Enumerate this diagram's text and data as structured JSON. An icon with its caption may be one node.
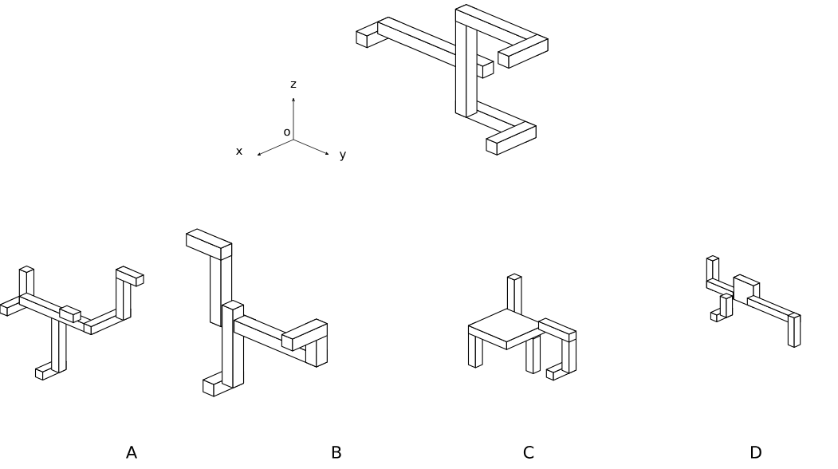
{
  "diagram": {
    "labels": [
      "z",
      "o",
      "x",
      "y",
      "A",
      "B",
      "C",
      "D"
    ]
  }
}
